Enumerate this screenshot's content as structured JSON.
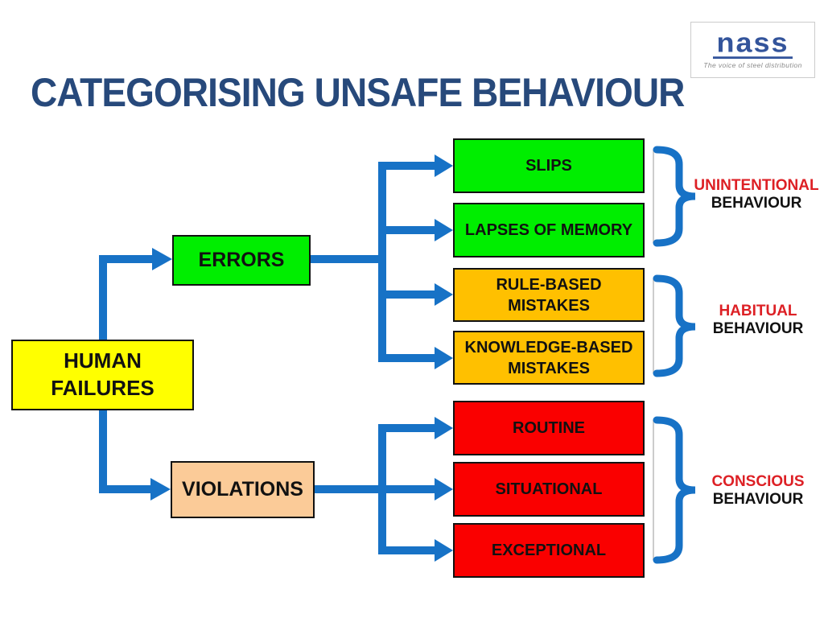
{
  "title": "CATEGORISING UNSAFE BEHAVIOUR",
  "logo": {
    "name": "nass",
    "tagline": "The voice of steel distribution"
  },
  "colors": {
    "title_navy": "#27497B",
    "line_blue": "#1772C6",
    "label_red": "#DD2025",
    "logo_blue": "#33549B",
    "tagline_gray": "#8A8A8A",
    "box_green": "#00EE00",
    "box_amber": "#FFC000",
    "box_red": "#FA0000",
    "box_yellow": "#FFFF00",
    "box_peach": "#FBCB98"
  },
  "nodes": {
    "human_failures": {
      "lines": [
        "HUMAN",
        "FAILURES"
      ],
      "color": "#FFFF00"
    },
    "errors": {
      "lines": [
        "ERRORS"
      ],
      "color": "#00EE00"
    },
    "violations": {
      "lines": [
        "VIOLATIONS"
      ],
      "color": "#FBCB98"
    },
    "slips": {
      "lines": [
        "SLIPS"
      ],
      "color": "#00EE00"
    },
    "lapses": {
      "lines": [
        "LAPSES OF MEMORY"
      ],
      "color": "#00EE00"
    },
    "rule_based": {
      "lines": [
        "RULE-BASED",
        "MISTAKES"
      ],
      "color": "#FFC000"
    },
    "knowledge_based": {
      "lines": [
        "KNOWLEDGE-BASED",
        "MISTAKES"
      ],
      "color": "#FFC000"
    },
    "routine": {
      "lines": [
        "ROUTINE"
      ],
      "color": "#FA0000"
    },
    "situational": {
      "lines": [
        "SITUATIONAL"
      ],
      "color": "#FA0000"
    },
    "exceptional": {
      "lines": [
        "EXCEPTIONAL"
      ],
      "color": "#FA0000"
    }
  },
  "groups": {
    "unintentional": {
      "line1": "UNINTENTIONAL",
      "line2": "BEHAVIOUR"
    },
    "habitual": {
      "line1": "HABITUAL",
      "line2": "BEHAVIOUR"
    },
    "conscious": {
      "line1": "CONSCIOUS",
      "line2": "BEHAVIOUR"
    }
  }
}
